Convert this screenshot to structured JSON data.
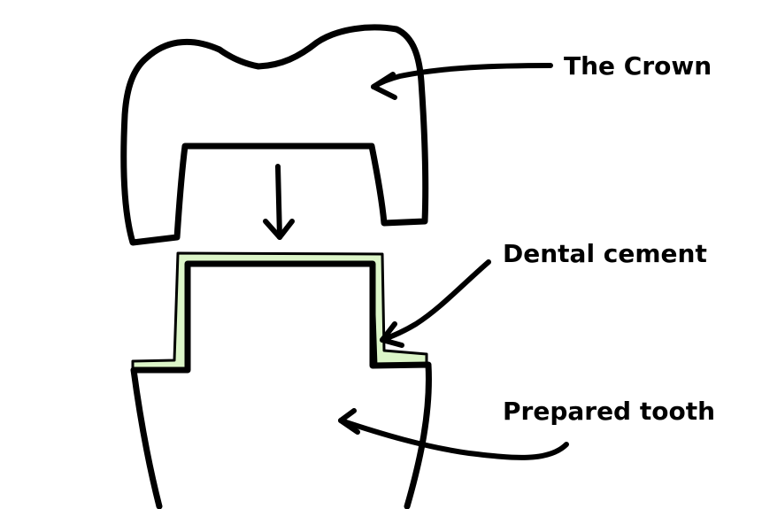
{
  "labels": {
    "crown": "The Crown",
    "cement": "Dental cement",
    "tooth": "Prepared tooth"
  },
  "colors": {
    "crown_fill": "#9dd8ea",
    "cement_fill": "#dcf5c8",
    "outline": "#000000",
    "background": "#ffffff"
  }
}
